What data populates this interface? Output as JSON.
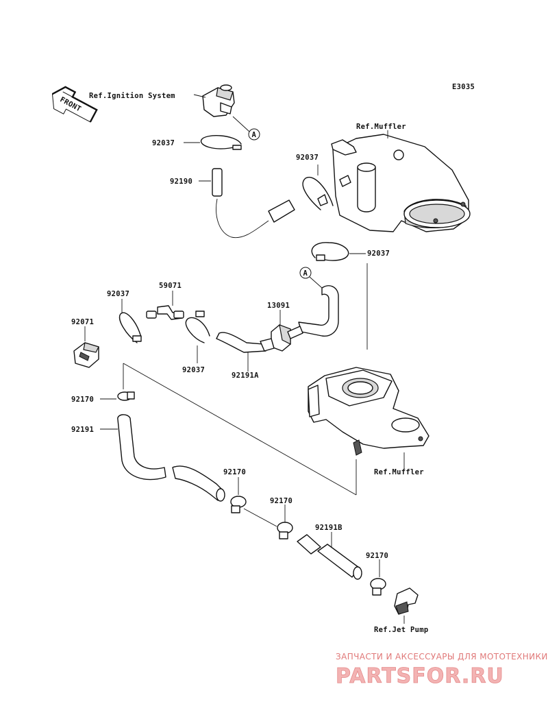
{
  "diagram_code": "E3035",
  "front_label": "FRONT",
  "refs": {
    "ignition": "Ref.Ignition System",
    "muffler_top": "Ref.Muffler",
    "muffler_bottom": "Ref.Muffler",
    "jet_pump": "Ref.Jet Pump"
  },
  "callout": "A",
  "parts": {
    "clamp_92037": "92037",
    "hose_92190": "92190",
    "fitting_59071": "59071",
    "valve_13091": "13091",
    "cap_92071": "92071",
    "clamp_92170": "92170",
    "hose_92191": "92191",
    "hose_92191A": "92191A",
    "hose_92191B": "92191B"
  },
  "watermark": {
    "tagline": "ЗАПЧАСТИ И АКСЕССУАРЫ ДЛЯ МОТОТЕХНИКИ",
    "brand": "PARTSFOR.RU"
  }
}
